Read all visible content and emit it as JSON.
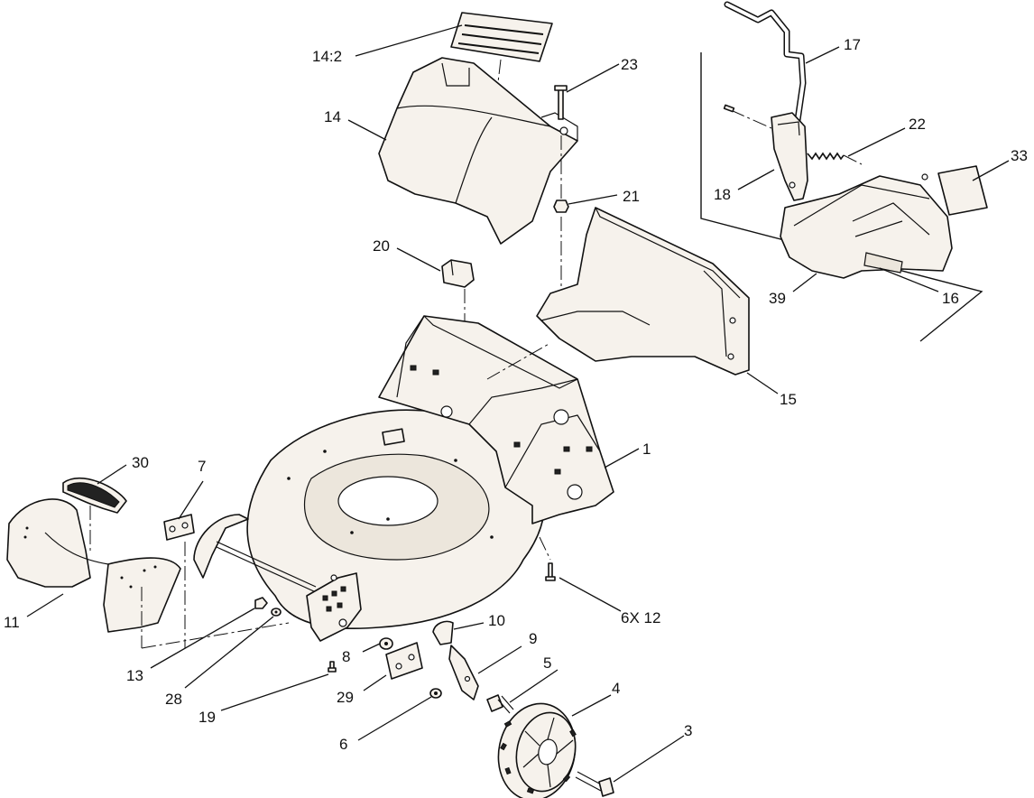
{
  "diagram": {
    "callouts": [
      {
        "id": "1",
        "label": "1"
      },
      {
        "id": "3",
        "label": "3"
      },
      {
        "id": "4",
        "label": "4"
      },
      {
        "id": "5",
        "label": "5"
      },
      {
        "id": "6",
        "label": "6"
      },
      {
        "id": "6x12",
        "label": "6X 12"
      },
      {
        "id": "7",
        "label": "7"
      },
      {
        "id": "8",
        "label": "8"
      },
      {
        "id": "9",
        "label": "9"
      },
      {
        "id": "10",
        "label": "10"
      },
      {
        "id": "11",
        "label": "11"
      },
      {
        "id": "13",
        "label": "13"
      },
      {
        "id": "14",
        "label": "14"
      },
      {
        "id": "14-2",
        "label": "14:2"
      },
      {
        "id": "15",
        "label": "15"
      },
      {
        "id": "16",
        "label": "16"
      },
      {
        "id": "17",
        "label": "17"
      },
      {
        "id": "18",
        "label": "18"
      },
      {
        "id": "19",
        "label": "19"
      },
      {
        "id": "20",
        "label": "20"
      },
      {
        "id": "21",
        "label": "21"
      },
      {
        "id": "22",
        "label": "22"
      },
      {
        "id": "23",
        "label": "23"
      },
      {
        "id": "28",
        "label": "28"
      },
      {
        "id": "29",
        "label": "29"
      },
      {
        "id": "30",
        "label": "30"
      },
      {
        "id": "33",
        "label": "33"
      },
      {
        "id": "39",
        "label": "39"
      }
    ]
  }
}
